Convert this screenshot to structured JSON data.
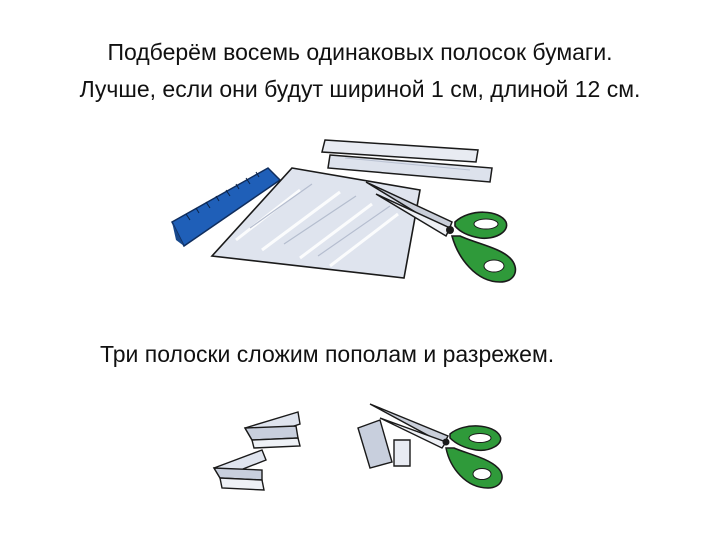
{
  "slide": {
    "line1": "Подберём восемь одинаковых полосок бумаги.",
    "line2": "Лучше, если они будут шириной 1 см, длиной 12 см.",
    "line3": "Три полоски сложим пополам и разрежем."
  },
  "colors": {
    "ruler": "#1f5fb8",
    "handle": "#2f9a3a",
    "paper": "#dfe4ee",
    "outline": "#1a1a1a"
  },
  "icons": {
    "ruler": "ruler-icon",
    "scissors": "scissors-icon",
    "paper": "paper-sheet-icon",
    "strip": "paper-strip-icon"
  }
}
